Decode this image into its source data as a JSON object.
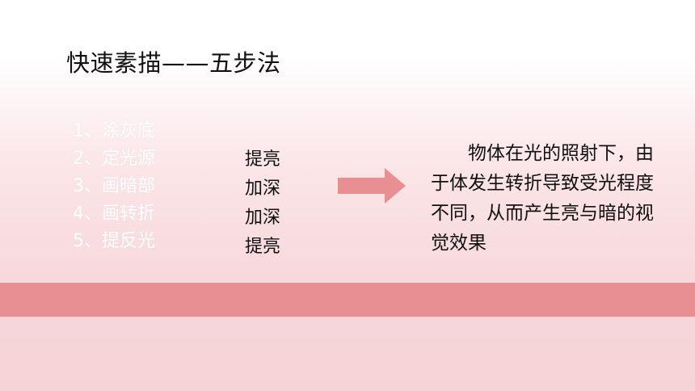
{
  "title": "快速素描——五步法",
  "steps": [
    "1、涂灰底",
    "2、定光源",
    "3、画暗部",
    "4、画转折",
    "5、提反光"
  ],
  "actions": [
    "提亮",
    "加深",
    "加深",
    "提亮"
  ],
  "explanation": "物体在光的照射下，由于体发生转折导致受光程度不同，从而产生亮与暗的视觉效果",
  "colors": {
    "accent_band": "#e88f94",
    "arrow": "#e88f94",
    "text": "#111111"
  },
  "icons": {
    "arrow": "arrow-right-icon"
  }
}
